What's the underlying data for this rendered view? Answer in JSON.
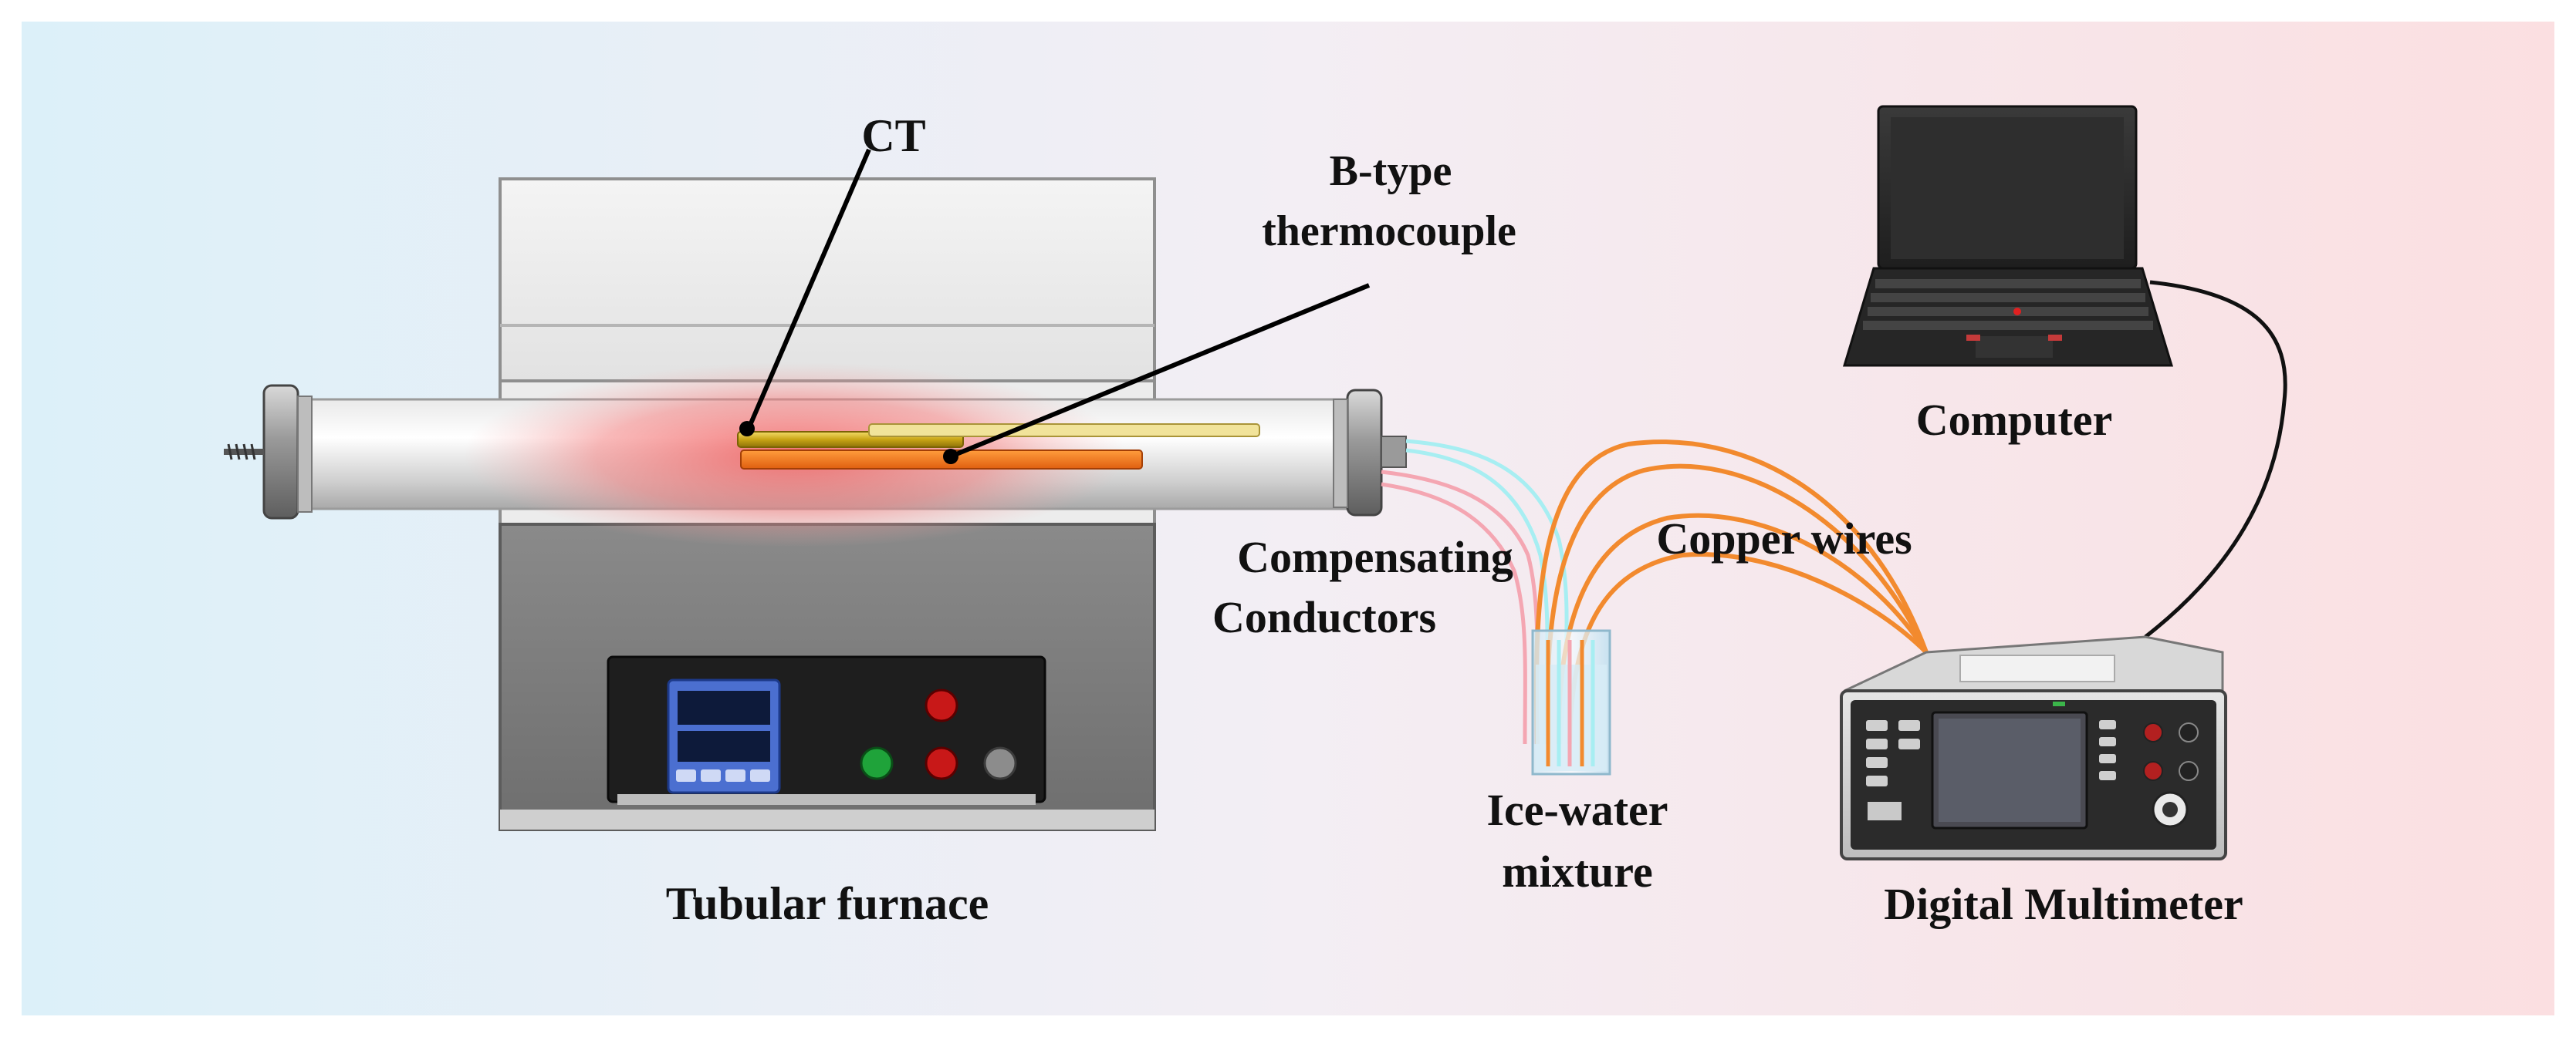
{
  "labels": {
    "ct": "CT",
    "b_type_line1": "B-type",
    "b_type_line2": "thermocouple",
    "computer": "Computer",
    "copper_wires": "Copper wires",
    "compensating_line1": "Compensating",
    "compensating_line2": "Conductors",
    "ice_water_line1": "Ice-water",
    "ice_water_line2": "mixture",
    "tubular_furnace": "Tubular furnace",
    "digital_multimeter": "Digital Multimeter"
  },
  "colors": {
    "background_left": "#dff0f8",
    "background_right": "#fbe0e2",
    "heat_glow": "#f26b6b",
    "copper_wire": "#f28a2e",
    "compensating_pink": "#f4a6b2",
    "compensating_cyan": "#9fe7ee",
    "ct_tube": "#c9a516",
    "furnace_body": "#7a7a7a",
    "laptop_body": "#2b2b2b"
  },
  "icons": {
    "controller_buttons": [
      "red-button-icon",
      "green-button-icon",
      "red-button-icon",
      "gray-button-icon"
    ],
    "display": "temperature-controller-display-icon"
  }
}
